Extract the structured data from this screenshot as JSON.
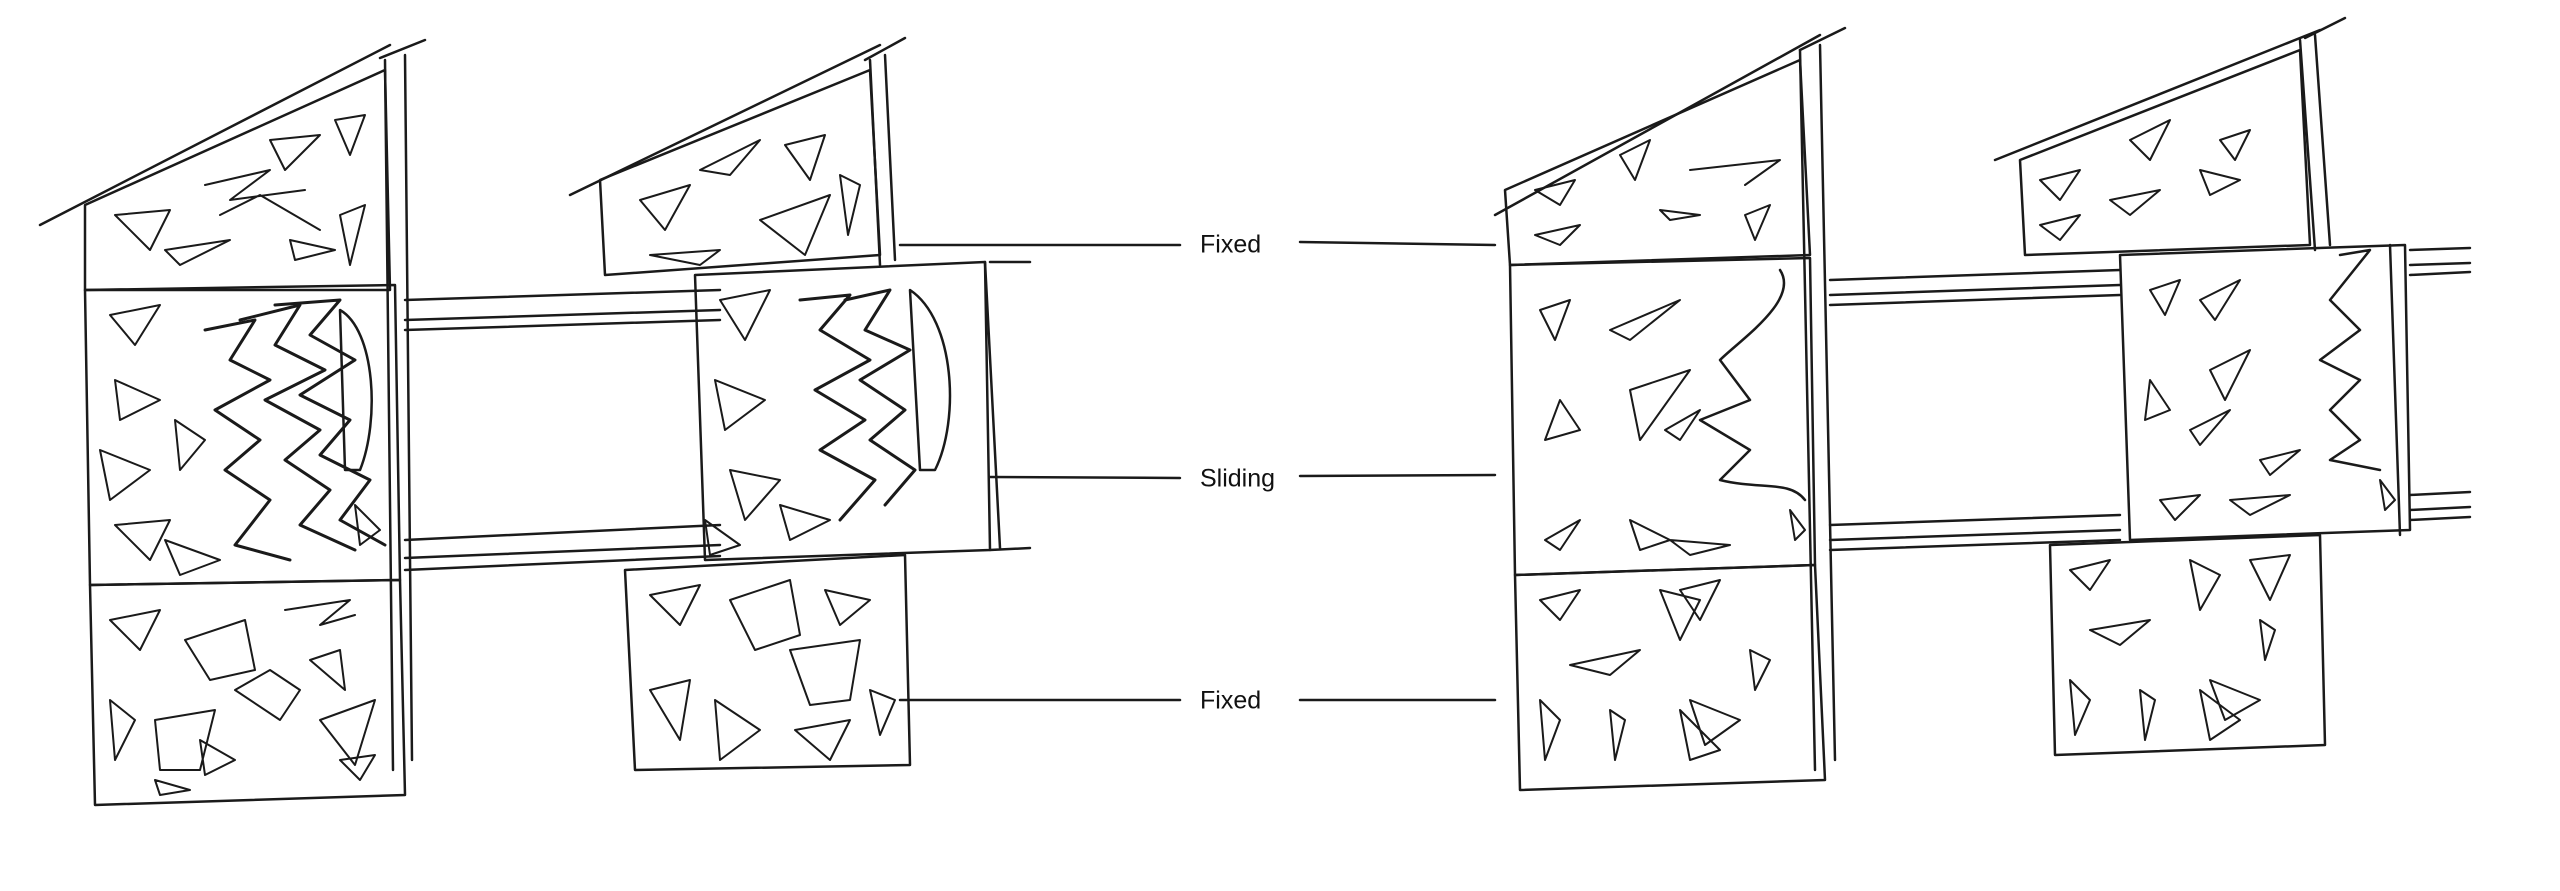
{
  "labels": {
    "fixed_top": "Fixed",
    "sliding": "Sliding",
    "fixed_bottom": "Fixed"
  },
  "colors": {
    "ink": "#1a1a1a",
    "paper": "#ffffff"
  }
}
